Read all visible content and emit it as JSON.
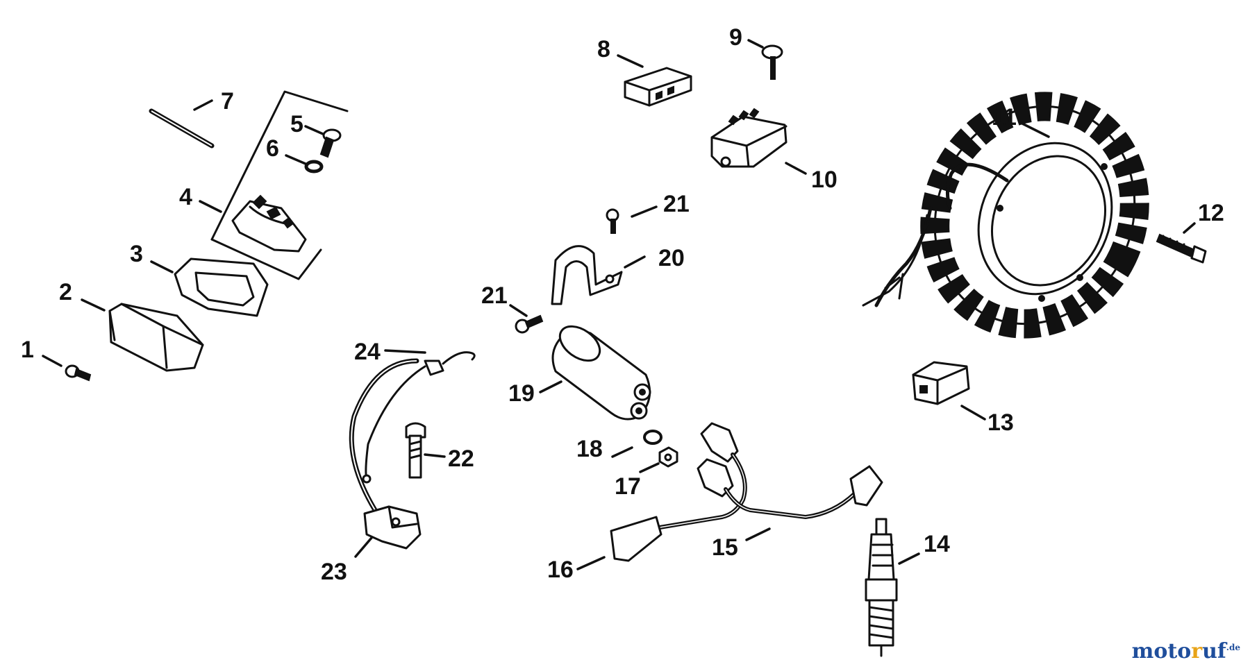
{
  "callouts": [
    "1",
    "2",
    "3",
    "4",
    "5",
    "6",
    "7",
    "8",
    "9",
    "10",
    "11",
    "12",
    "13",
    "14",
    "15",
    "16",
    "17",
    "18",
    "19",
    "20",
    "21",
    "21",
    "22",
    "23",
    "24"
  ],
  "watermark": {
    "name": "motoruf",
    "tld": ".de"
  }
}
